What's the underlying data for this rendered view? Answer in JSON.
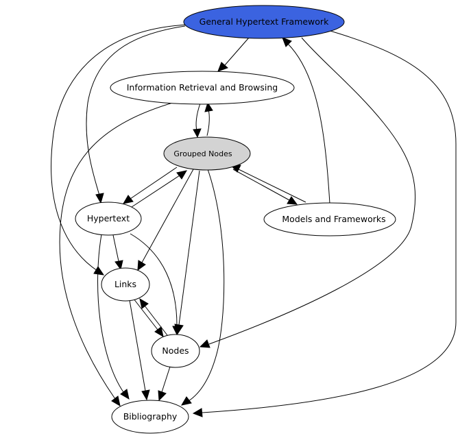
{
  "diagram": {
    "nodes": [
      {
        "id": "ghf",
        "label": "General Hypertext Framework",
        "fill": "#3b63e0"
      },
      {
        "id": "irb",
        "label": "Information Retrieval and Browsing",
        "fill": "#ffffff"
      },
      {
        "id": "grouped",
        "label": "Grouped Nodes",
        "fill": "#d3d3d3"
      },
      {
        "id": "hypertext",
        "label": "Hypertext",
        "fill": "#ffffff"
      },
      {
        "id": "models",
        "label": "Models and Frameworks",
        "fill": "#ffffff"
      },
      {
        "id": "links",
        "label": "Links",
        "fill": "#ffffff"
      },
      {
        "id": "nodes",
        "label": "Nodes",
        "fill": "#ffffff"
      },
      {
        "id": "biblio",
        "label": "Bibliography",
        "fill": "#ffffff"
      }
    ],
    "edges": [
      {
        "from": "ghf",
        "to": "irb"
      },
      {
        "from": "ghf",
        "to": "hypertext"
      },
      {
        "from": "ghf",
        "to": "links"
      },
      {
        "from": "ghf",
        "to": "nodes"
      },
      {
        "from": "ghf",
        "to": "biblio"
      },
      {
        "from": "irb",
        "to": "grouped"
      },
      {
        "from": "grouped",
        "to": "irb"
      },
      {
        "from": "irb",
        "to": "biblio"
      },
      {
        "from": "grouped",
        "to": "hypertext"
      },
      {
        "from": "hypertext",
        "to": "grouped"
      },
      {
        "from": "grouped",
        "to": "models"
      },
      {
        "from": "models",
        "to": "grouped"
      },
      {
        "from": "models",
        "to": "ghf"
      },
      {
        "from": "grouped",
        "to": "links"
      },
      {
        "from": "grouped",
        "to": "nodes"
      },
      {
        "from": "grouped",
        "to": "biblio"
      },
      {
        "from": "hypertext",
        "to": "links"
      },
      {
        "from": "hypertext",
        "to": "nodes"
      },
      {
        "from": "hypertext",
        "to": "biblio"
      },
      {
        "from": "links",
        "to": "nodes"
      },
      {
        "from": "nodes",
        "to": "links"
      },
      {
        "from": "links",
        "to": "biblio"
      },
      {
        "from": "nodes",
        "to": "biblio"
      }
    ]
  }
}
